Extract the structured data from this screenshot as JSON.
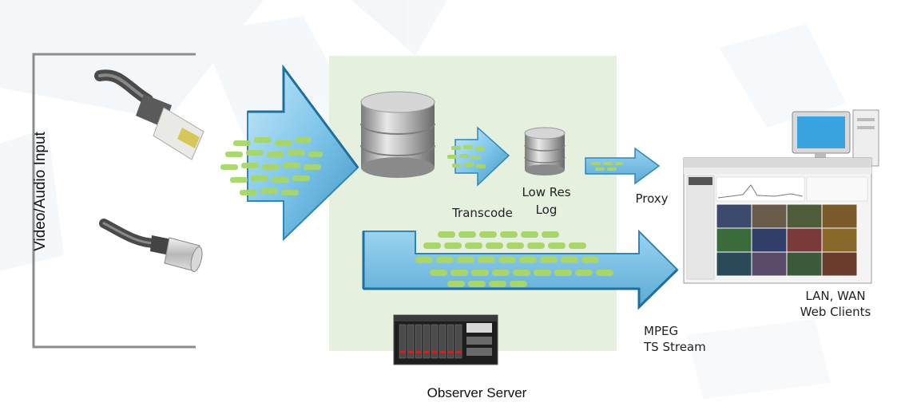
{
  "labels": {
    "input": "Video/Audio Input",
    "transcode": "Transcode",
    "lowres_line1": "Low Res",
    "lowres_line2": "Log",
    "proxy": "Proxy",
    "mpeg_line1": "MPEG",
    "mpeg_line2": "TS Stream",
    "clients_line1": "LAN, WAN",
    "clients_line2": "Web Clients",
    "server": "Observer Server"
  },
  "colors": {
    "panel": "#e6f0df",
    "arrow_fill": "#7fc6ea",
    "arrow_edge": "#2f86b8",
    "packet": "#a8d66a",
    "bracket": "#8c8c8c"
  },
  "icons": [
    "ethernet-cable-icon",
    "bnc-cable-icon",
    "database-icon",
    "server-rack-icon",
    "computer-icon",
    "browser-screenshot"
  ]
}
